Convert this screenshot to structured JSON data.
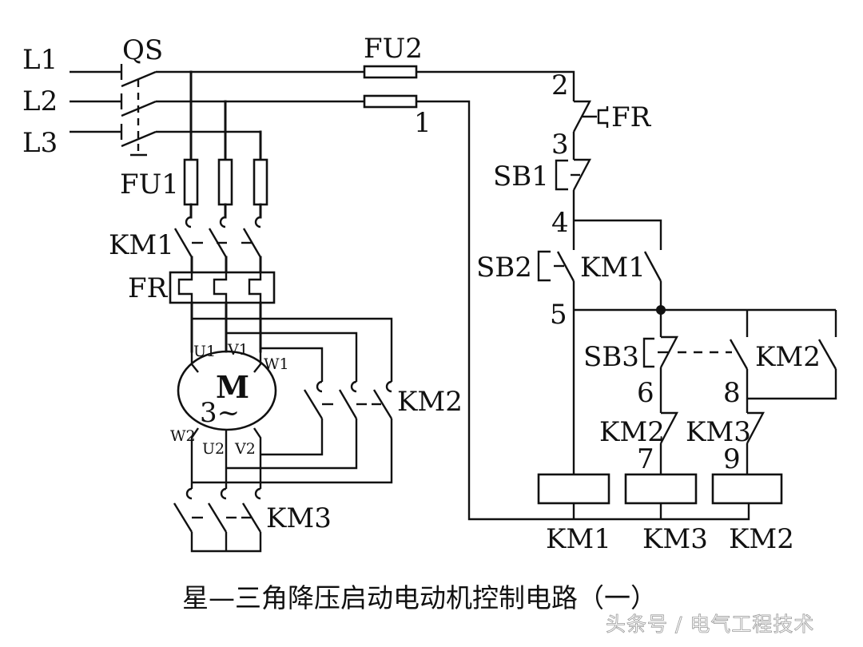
{
  "title": "星—三角降压启动电动机控制电路（一）",
  "watermark": "头条号 / 电气工程技术",
  "main_circuit": {
    "phases": [
      "L1",
      "L2",
      "L3"
    ],
    "isolator": "QS",
    "main_fuses": "FU1",
    "main_contactor": "KM1",
    "thermal_relay": "FR",
    "motor": {
      "symbol": "M",
      "type": "3~",
      "terminals_top": [
        "U1",
        "V1",
        "W1"
      ],
      "terminals_bottom": [
        "W2",
        "U2",
        "V2"
      ]
    },
    "delta_contactor": "KM2",
    "star_contactor": "KM3"
  },
  "control_circuit": {
    "control_fuse": "FU2",
    "nodes": [
      "1",
      "2",
      "3",
      "4",
      "5",
      "6",
      "7",
      "8",
      "9"
    ],
    "overload_contact": "FR",
    "stop_button": "SB1",
    "start_button": "SB2",
    "hold_contact": "KM1",
    "switch_button": "SB3",
    "km2_hold_contact": "KM2",
    "interlock_km2": "KM2",
    "interlock_km3": "KM3",
    "coils": [
      "KM1",
      "KM3",
      "KM2"
    ]
  }
}
